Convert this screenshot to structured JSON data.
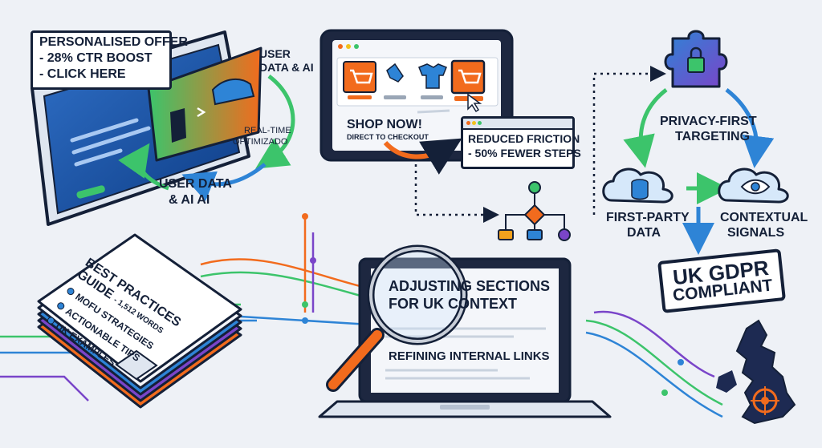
{
  "personalisation": {
    "offer_line1": "PERSONALISED OFFER",
    "offer_line2": "- 28% CTR BOOST",
    "offer_line3": "- CLICK HERE",
    "user_data_top_line1": "USER",
    "user_data_top_line2": "DATA & AI",
    "realtime_line1": "REAL-TIME",
    "realtime_line2": "OPTIMIZADO",
    "user_data_bottom_line1": "USER DATA",
    "user_data_bottom_line2": "& AI AI"
  },
  "checkout": {
    "shop_now": "SHOP NOW!",
    "direct_checkout": "DIRECT TO CHECKOUT",
    "friction_line1": "REDUCED FRICTION",
    "friction_line2": "- 50% FEWER STEPS"
  },
  "privacy": {
    "targeting_line1": "PRIVACY-FIRST",
    "targeting_line2": "TARGETING",
    "first_party_line1": "FIRST-PARTY",
    "first_party_line2": "DATA",
    "contextual_line1": "CONTEXTUAL",
    "contextual_line2": "SIGNALS",
    "gdpr_line1": "UK GDPR",
    "gdpr_line2": "COMPLIANT"
  },
  "guide": {
    "title_line1": "BEST PRACTICES",
    "title_line2": "GUIDE",
    "word_count": "- 1,512 WORDS",
    "bullets": [
      "MOFU STRATEGIES",
      "ACTIONABLE TIPS",
      "UK EXAMPLES"
    ]
  },
  "laptop": {
    "heading_line1": "ADJUSTING SECTIONS",
    "heading_line2": "FOR UK CONTEXT",
    "subheading": "REFINING INTERNAL LINKS"
  },
  "colors": {
    "navy": "#142038",
    "orange": "#f26b1d",
    "green": "#3cc46b",
    "blue": "#2e84d6",
    "purple": "#7a45c9"
  }
}
